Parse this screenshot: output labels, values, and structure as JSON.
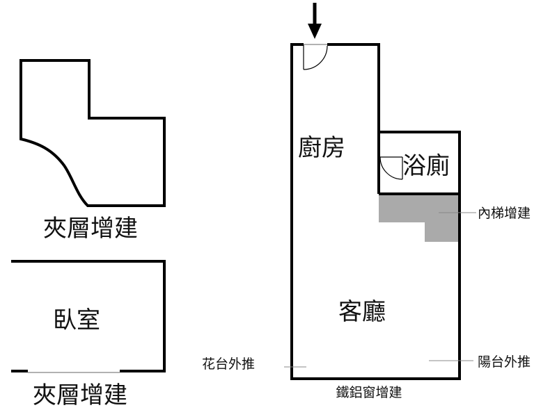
{
  "labels": {
    "mezzanine_top": "夾層增建",
    "mezzanine_bottom": "夾層增建",
    "bedroom": "臥室",
    "kitchen": "廚房",
    "bathroom": "浴廁",
    "living_room": "客廳",
    "internal_stair": "內梯增建",
    "planter_push": "花台外推",
    "balcony_push": "陽台外推",
    "window_addition": "鐵鋁窗增建"
  },
  "colors": {
    "wall": "#000000",
    "stair_fill": "#aaaaaa",
    "leader": "#888888"
  },
  "icons": {
    "entrance": "entrance-arrow-icon",
    "door": "door-swing-icon"
  }
}
